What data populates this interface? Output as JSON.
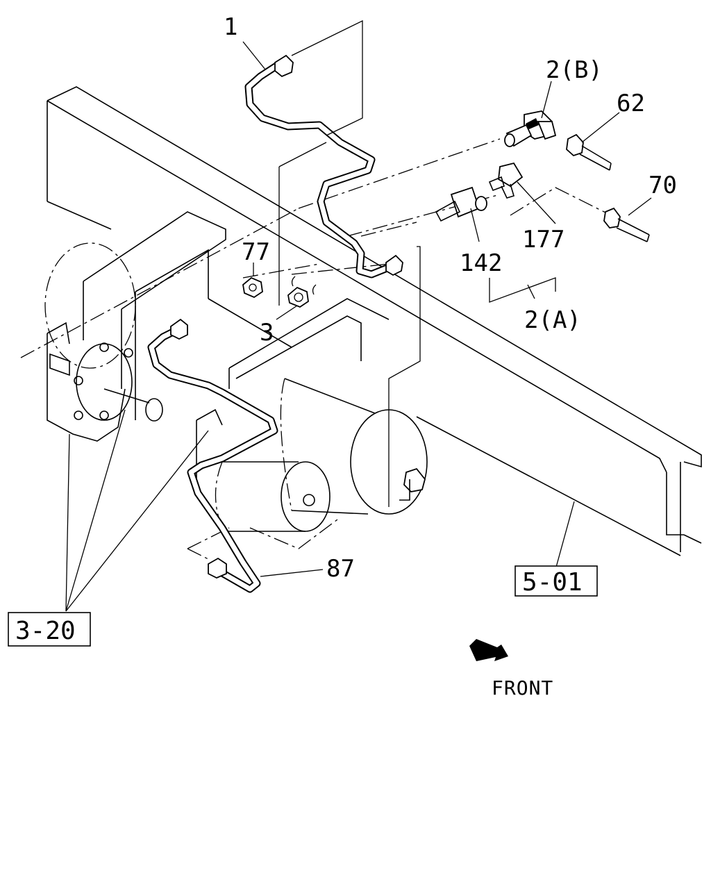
{
  "diagram": {
    "callouts": {
      "p1": "1",
      "p2b": "2(B)",
      "p62": "62",
      "p70": "70",
      "p177": "177",
      "p142": "142",
      "p2a": "2(A)",
      "p77": "77",
      "p3": "3",
      "p87": "87"
    },
    "references": {
      "ref_3_20": "3-20",
      "ref_5_01": "5-01"
    },
    "direction": {
      "label": "FRONT",
      "icon": "front-arrow-icon"
    }
  }
}
